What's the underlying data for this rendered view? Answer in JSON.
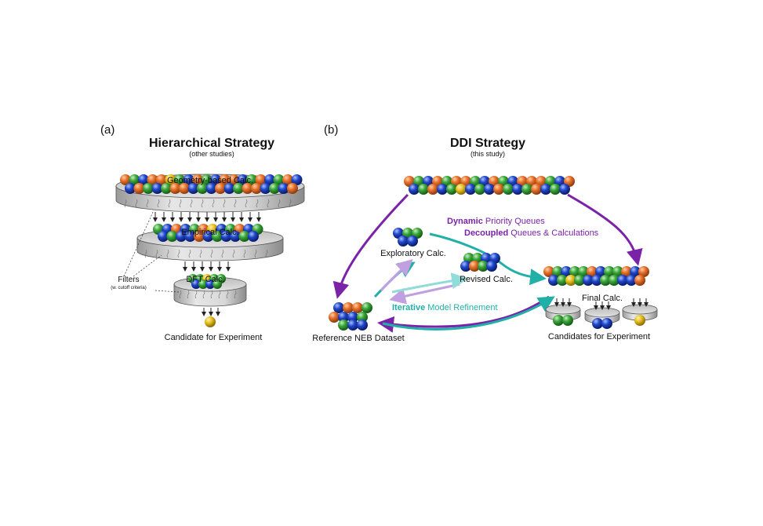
{
  "panel_a": {
    "tag": "(a)",
    "title": "Hierarchical Strategy",
    "subtitle": "(other studies)",
    "layer1": "Geometry-based Calc.",
    "layer2": "Empirical Calc.",
    "layer3": "DFT Calc.",
    "filters": "Filters",
    "filters_note": "(w. cutoff criteria)",
    "candidate": "Candidate for Experiment"
  },
  "panel_b": {
    "tag": "(b)",
    "title": "DDI Strategy",
    "subtitle": "(this study)",
    "dynamic_bold": "Dynamic",
    "dynamic_rest": " Priority Queues",
    "decoupled_bold": "Decoupled",
    "decoupled_rest": " Queues & Calculations",
    "exploratory": "Exploratory Calc.",
    "revised": "Revised Calc.",
    "final": "Final Calc.",
    "iterative_bold": "Iterative",
    "iterative_rest": " Model Refinement",
    "reference": "Reference NEB Dataset",
    "candidates": "Candidates for Experiment"
  },
  "colors": {
    "orange": "#e8702a",
    "green": "#3aa63a",
    "blue": "#2046c8",
    "yellow": "#e8c020",
    "purple": "#7a22a8",
    "teal": "#20b0a8",
    "disk": "#c8c8c8"
  }
}
